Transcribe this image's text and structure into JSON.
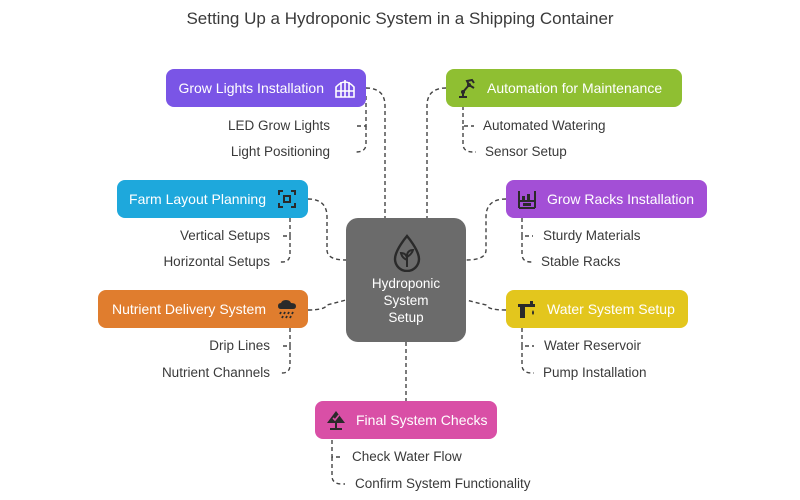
{
  "title": "Setting Up a Hydroponic System in a Shipping Container",
  "center": {
    "lines": [
      "Hydroponic",
      "System",
      "Setup"
    ],
    "icon": "water-drop-plant-icon"
  },
  "colors": {
    "grow_lights": "#7a55e6",
    "automation": "#8fbf32",
    "farm_layout": "#1ea8dc",
    "grow_racks": "#a34fd6",
    "nutrient": "#e07d2e",
    "water_system": "#e3c61d",
    "final_checks": "#d94fa6",
    "center": "#6b6b6b",
    "connector": "#444444"
  },
  "nodes": {
    "grow_lights": {
      "label": "Grow Lights Installation",
      "icon": "greenhouse-icon",
      "subs": [
        "LED Grow Lights",
        "Light Positioning"
      ]
    },
    "automation": {
      "label": "Automation for Maintenance",
      "icon": "robot-arm-icon",
      "subs": [
        "Automated Watering",
        "Sensor Setup"
      ]
    },
    "farm_layout": {
      "label": "Farm Layout Planning",
      "icon": "layout-grid-icon",
      "subs": [
        "Vertical Setups",
        "Horizontal Setups"
      ]
    },
    "grow_racks": {
      "label": "Grow Racks Installation",
      "icon": "rack-icon",
      "subs": [
        "Sturdy Materials",
        "Stable Racks"
      ]
    },
    "nutrient": {
      "label": "Nutrient Delivery System",
      "icon": "drip-cloud-icon",
      "subs": [
        "Drip Lines",
        "Nutrient Channels"
      ]
    },
    "water_system": {
      "label": "Water System Setup",
      "icon": "faucet-icon",
      "subs": [
        "Water Reservoir",
        "Pump Installation"
      ]
    },
    "final_checks": {
      "label": "Final System Checks",
      "icon": "checklist-tent-icon",
      "subs": [
        "Check Water Flow",
        "Confirm System Functionality"
      ]
    }
  }
}
